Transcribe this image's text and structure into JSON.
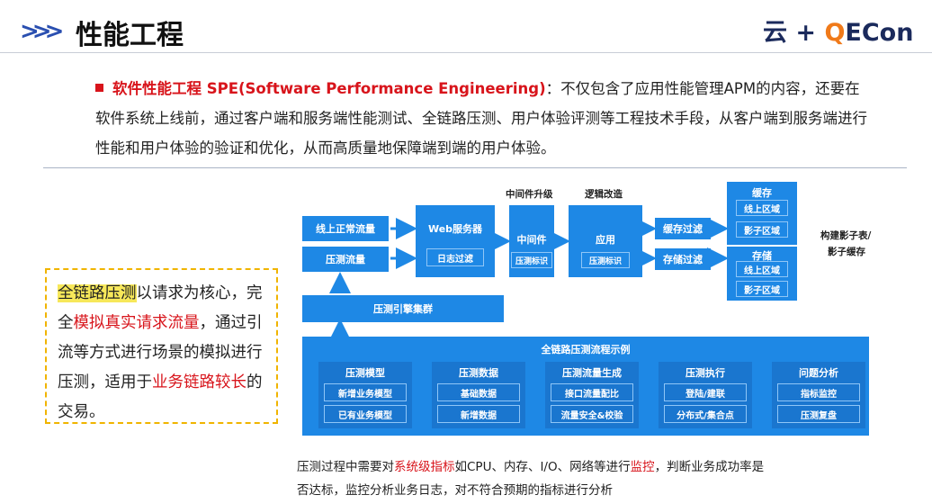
{
  "header": {
    "title": "性能工程",
    "logo_text_a": "云 + ",
    "logo_text_b": "Q",
    "logo_text_c": "ECon"
  },
  "intro": {
    "term": "软件性能工程 SPE(Software Performance Engineering)",
    "text": "：不仅包含了应用性能管理APM的内容，还要在软件系统上线前，通过客户端和服务端性能测试、全链路压测、用户体验评测等工程技术手段，从客户端到服务端进行性能和用户体验的验证和优化，从而高质量地保障端到端的用户体验。"
  },
  "callout": {
    "p1_hl": "全链路压测",
    "p1": "以请求为核心，完全",
    "p2_red": "模拟真实请求流量",
    "p3": "，通过引流等方式进行场景的模拟进行压测，适用于",
    "p4_red": "业务链路较长",
    "p5": "的交易。"
  },
  "diagram": {
    "src_normal": "线上正常流量",
    "src_test": "压测流量",
    "web_title": "Web服务器",
    "web_sub": "日志过滤",
    "mid_top": "中间件升级",
    "mid_title": "中间件",
    "mid_sub": "压测标识",
    "app_top": "逻辑改造",
    "app_title": "应用",
    "app_sub": "压测标识",
    "cache_filter": "缓存过滤",
    "store_filter": "存储过滤",
    "cache_title": "缓存",
    "cache_online": "线上区域",
    "cache_shadow": "影子区域",
    "store_title": "存储",
    "store_online": "线上区域",
    "store_shadow": "影子区域",
    "shadow_note_1": "构建影子表/",
    "shadow_note_2": "影子缓存",
    "engine": "压测引擎集群",
    "flow_title": "全链路压测流程示例",
    "steps": [
      {
        "title": "压测模型",
        "a": "新增业务模型",
        "b": "已有业务模型"
      },
      {
        "title": "压测数据",
        "a": "基础数据",
        "b": "新增数据"
      },
      {
        "title": "压测流量生成",
        "a": "接口流量配比",
        "b": "流量安全&校验"
      },
      {
        "title": "压测执行",
        "a": "登陆/建联",
        "b": "分布式/集合点"
      },
      {
        "title": "问题分析",
        "a": "指标监控",
        "b": "压测复盘"
      }
    ]
  },
  "footer": {
    "a": "压测过程中需要对",
    "b_red": "系统级指标",
    "c": "如CPU、内存、I/O、网络等进行",
    "d_red": "监控",
    "e": "，判断业务成功率是",
    "line2": "否达标，监控分析业务日志，对不符合预期的指标进行分析"
  },
  "colors": {
    "accent_blue": "#1e88e5",
    "red": "#d8141b",
    "highlight": "#f7e85a",
    "callout_border": "#f0b400"
  }
}
